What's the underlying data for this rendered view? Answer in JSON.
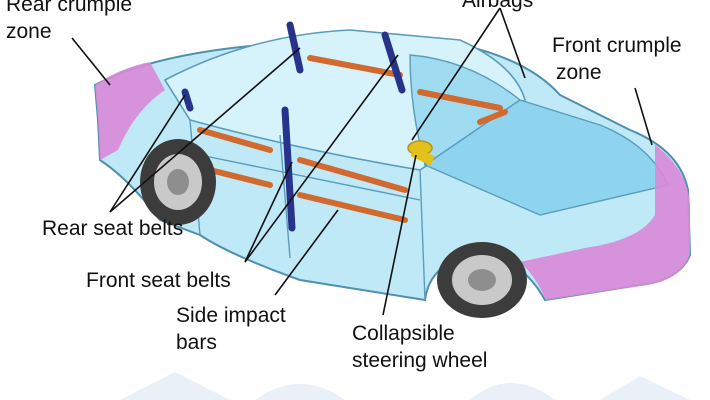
{
  "labels": {
    "rear_crumple": [
      "Rear crumple",
      "zone"
    ],
    "airbags": "Airbags",
    "front_crumple": [
      "Front crumple",
      "zone"
    ],
    "rear_seat_belts": "Rear seat belts",
    "front_seat_belts": "Front seat belts",
    "side_impact": [
      "Side impact",
      "bars"
    ],
    "collapsible": [
      "Collapsible",
      "steering wheel"
    ]
  },
  "colors": {
    "body_light": "#bfe9f6",
    "body_mid": "#8fd4ee",
    "body_outline": "#4f8fb0",
    "crumple_zone": "#d88ad8",
    "side_impact_bar": "#d2692e",
    "seat_belt": "#27338a",
    "steering_wheel": "#e2c21a",
    "tyre": "#3c3c3c",
    "wheel_rim": "#c9c9c9",
    "watermark": "#e9f0f7"
  }
}
